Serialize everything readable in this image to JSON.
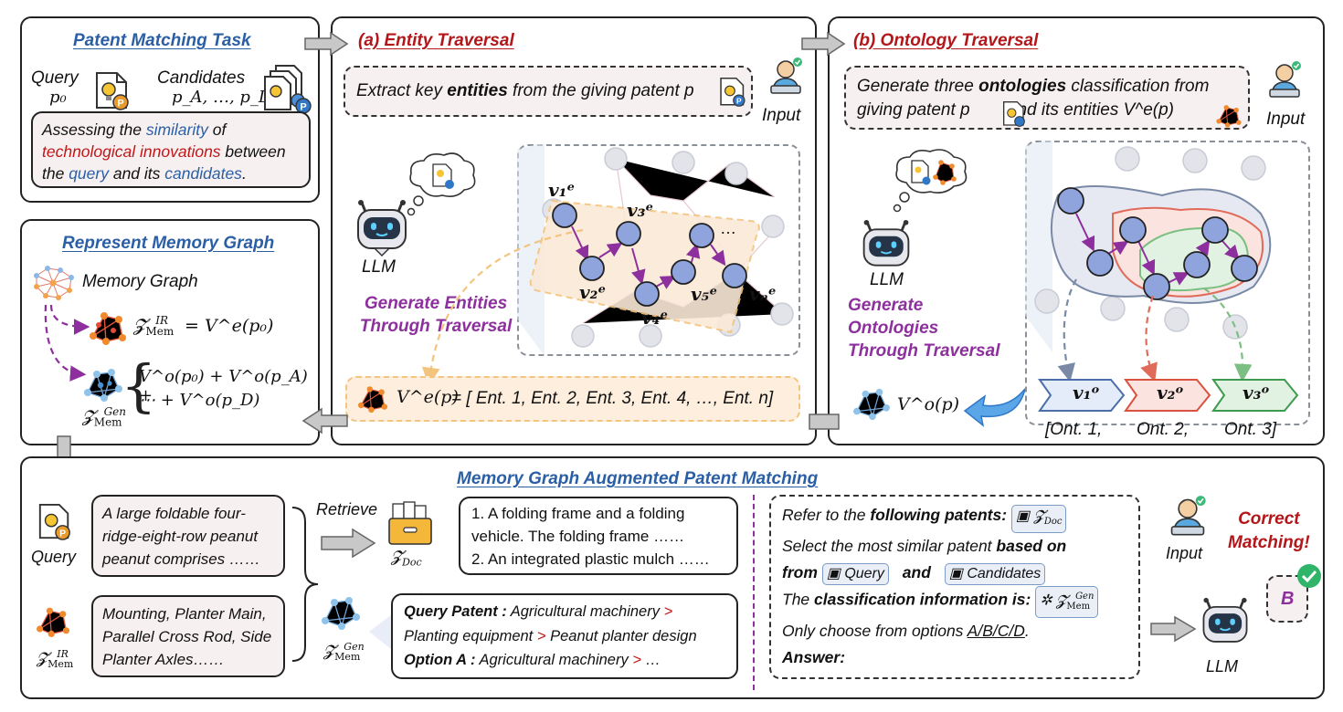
{
  "task": {
    "title": "Patent Matching Task",
    "query_label": "Query",
    "query_var": "p₀",
    "candidates_label": "Candidates",
    "candidates_var": "p_A, …, p_D",
    "desc": {
      "p1": "Assessing the ",
      "similarity": "similarity",
      "p2": " of",
      "tech": "technological innovations",
      "p3": " between",
      "p4": "the ",
      "query": "query",
      "p5": " and its ",
      "candidates": "candidates",
      "p6": "."
    }
  },
  "memory": {
    "title": "Represent Memory Graph",
    "graph_label": "Memory Graph",
    "ir_eq": "= V^e(p₀)",
    "gen_line1": "V^o(p₀) + V^o(p_A) +",
    "gen_line2": "⋯ + V^o(p_D)"
  },
  "entity": {
    "title": "(a) Entity Traversal",
    "prompt_pre": "Extract key ",
    "prompt_bold": "entities",
    "prompt_post": " from the giving patent p",
    "input_label": "Input",
    "llm_label": "LLM",
    "gen_line1": "Generate Entities",
    "gen_line2": "Through Traversal",
    "node_labels": [
      "v₁ᵉ",
      "v₃ᵉ",
      "v₂ᵉ",
      "v₄ᵉ",
      "v₅ᵉ",
      "vₙᵉ",
      "…"
    ],
    "result_pre": "V^e(p)",
    "result": "= [ Ent. 1, Ent. 2, Ent. 3, Ent. 4, …, Ent. n]"
  },
  "ontology": {
    "title": "(b) Ontology Traversal",
    "prompt_l1a": "Generate three ",
    "prompt_l1b": "ontologies",
    "prompt_l1c": " classification from",
    "prompt_l2a": "giving patent p",
    "prompt_l2b": " and  its entities V^e(p)",
    "input_label": "Input",
    "llm_label": "LLM",
    "gen_line1": "Generate",
    "gen_line2": "Ontologies",
    "gen_line3": "Through Traversal",
    "v_label": "V^o(p)",
    "tags": [
      "v₁ᵒ",
      "v₂ᵒ",
      "v₃ᵒ"
    ],
    "onts": [
      "[Ont. 1,",
      "Ont. 2,",
      "Ont. 3]"
    ],
    "tag_colors": [
      "#2b5fa5",
      "#c0392b",
      "#2e8b57"
    ]
  },
  "matching": {
    "title": "Memory Graph Augmented Patent Matching",
    "query_text": "A large foldable four-ridge-eight-row peanut peanut comprises ……",
    "query_label": "Query",
    "ir_text": "Mounting, Planter Main, Parallel Cross Rod, Side Planter Axles……",
    "retrieve": "Retrieve",
    "doc_text_1": "1. A folding frame and a folding vehicle. The folding frame ……",
    "doc_text_2": "2. An integrated plastic mulch ……",
    "gen_qp_label": "Query Patent :",
    "gen_qp_1": " Agricultural machinery ",
    "gen_qp_2": "Planting equipment ",
    "gen_qp_3": " Peanut planter design",
    "gen_oa_label": "Option A :",
    "gen_oa_1": " Agricultural machinery ",
    "gen_oa_2": " …",
    "gt": ">",
    "prompt_l1a": "Refer to the ",
    "prompt_l1b": "following patents:",
    "prompt_l2a": "Select the most similar patent ",
    "prompt_l2b": "based on",
    "prompt_l3a": "from",
    "prompt_l3b": "and",
    "tag_query": "Query",
    "tag_candidates": "Candidates",
    "prompt_l4a": "The ",
    "prompt_l4b": "classification information is:",
    "prompt_l5a": "Only choose from options ",
    "prompt_l5b": "A/B/C/D",
    "prompt_l5c": ".",
    "prompt_l6": "Answer:",
    "input_label": "Input",
    "correct_1": "Correct",
    "correct_2": "Matching!",
    "answer": "B",
    "llm_label": "LLM"
  },
  "colors": {
    "blue": "#2b5fa5",
    "red": "#b3171a",
    "purple": "#8e2f9e",
    "node": "#8fa4dc",
    "ghost": "#e3e4ea"
  }
}
